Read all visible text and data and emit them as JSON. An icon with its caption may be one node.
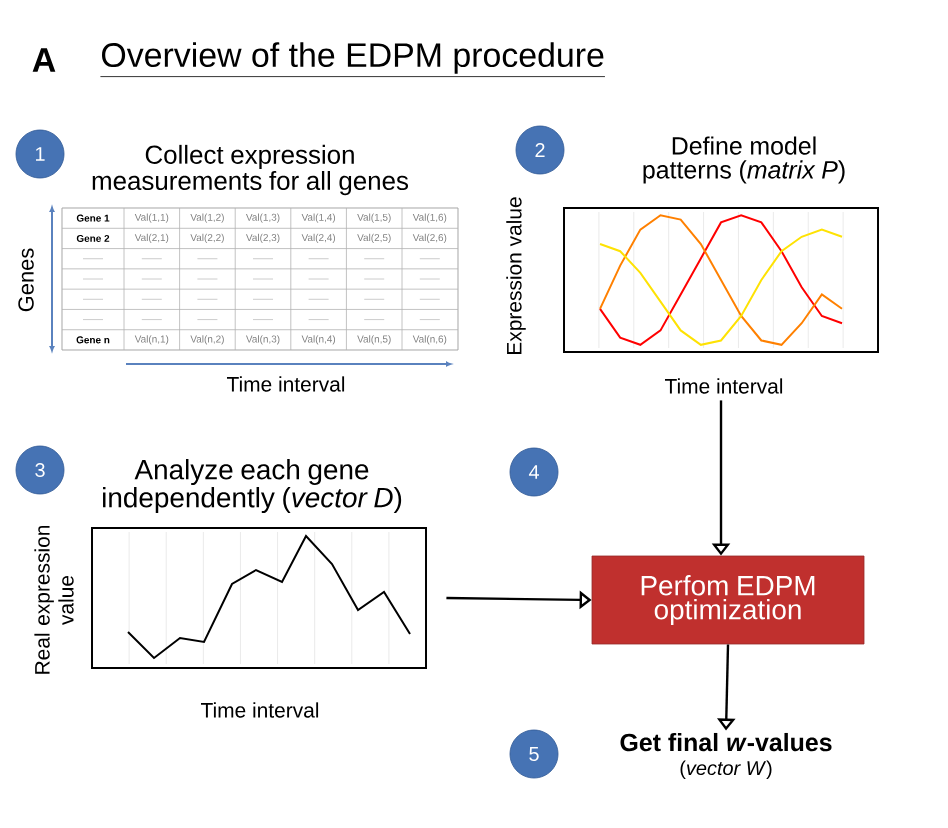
{
  "diagram": {
    "title": "Overview of the EDPM procedure",
    "nodes": [
      {
        "text": [
          "1"
        ]
      },
      {
        "text": [
          "2"
        ]
      },
      {
        "text": [
          "3"
        ]
      },
      {
        "text": [
          "4"
        ]
      },
      {
        "text": [
          "5"
        ]
      },
      {
        "text": [],
        "shape": "box",
        "beside": [
          "Expression value",
          "Time interval"
        ]
      },
      {
        "text": [],
        "shape": "box",
        "beside": [
          "Real expression value",
          "Time interval"
        ]
      },
      {
        "text": [
          "Perfom EDPM optimization"
        ]
      },
      {
        "text": [
          "Get final *w*-values",
          "(*vector W*)"
        ]
      }
    ],
    "edges": [
      {
        "from": 5,
        "to": 7,
        "arrow": "to"
      },
      {
        "from": 6,
        "to": 7,
        "arrow": "to"
      },
      {
        "from": 7,
        "to": 8,
        "arrow": "to"
      }
    ],
    "labels": [
      "A",
      "Collect expression measurements for all genes",
      "Define model patterns (*matrix P*)",
      "Genes",
      "Gene 1",
      "Val(1,1)",
      "Val(1,2)",
      "Val(1,3)",
      "Val(1,4)",
      "Val(1,5)",
      "Val(1,6)",
      "Gene 2",
      "Val(2,1)",
      "Val(2,2)",
      "Val(2,3)",
      "Val(2,4)",
      "Val(2,5)",
      "Val(2,6)",
      "Gene n",
      "Val(n,1)",
      "Val(n,2)",
      "Val(n,3)",
      "Val(n,4)",
      "Val(n,5)",
      "Val(n,6)",
      "Time interval",
      "Analyze each gene independently (*vector D*)"
    ]
  }
}
